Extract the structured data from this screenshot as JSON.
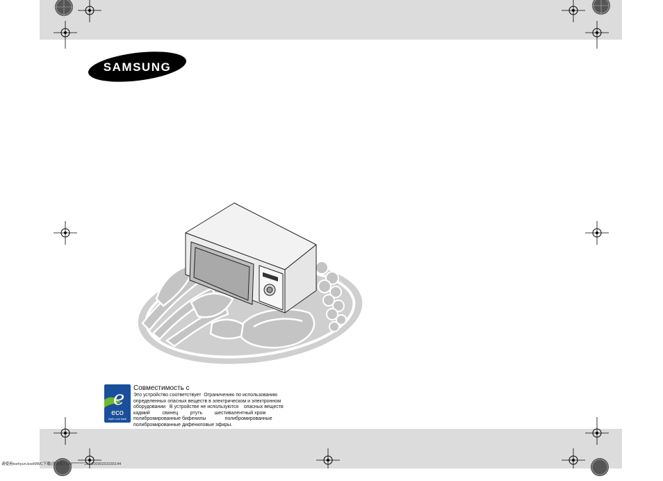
{
  "brand": {
    "logo_text": "SAMSUNG"
  },
  "eco": {
    "badge_letter": "e",
    "badge_word": "eco",
    "badge_subtext": "Earth Love Earth",
    "title": "Совместимость с",
    "lines": [
      "Это устройство соответствует  Ограничению по использованию",
      "определенных опасных веществ в электрическом и электронном",
      "оборудовании   В устройстве не используются    опасных веществ",
      "кадмий         свинец         ртуть         шестивалентный хром",
      "полибромированные бифенилы              полибромированные",
      "полибромированные дифениловые эфиры."
    ]
  },
  "footer": {
    "slug": "请使用tsehyun.bseMWC下载(洗衣机)\"CM********197 20090203155144"
  },
  "colors": {
    "band": "#dcdcdc",
    "logo_bg": "#000000",
    "logo_text": "#ffffff",
    "eco_blue": "#1a4f9c",
    "eco_green": "#6fb92c",
    "plate_gray": "#c9c9c9"
  }
}
